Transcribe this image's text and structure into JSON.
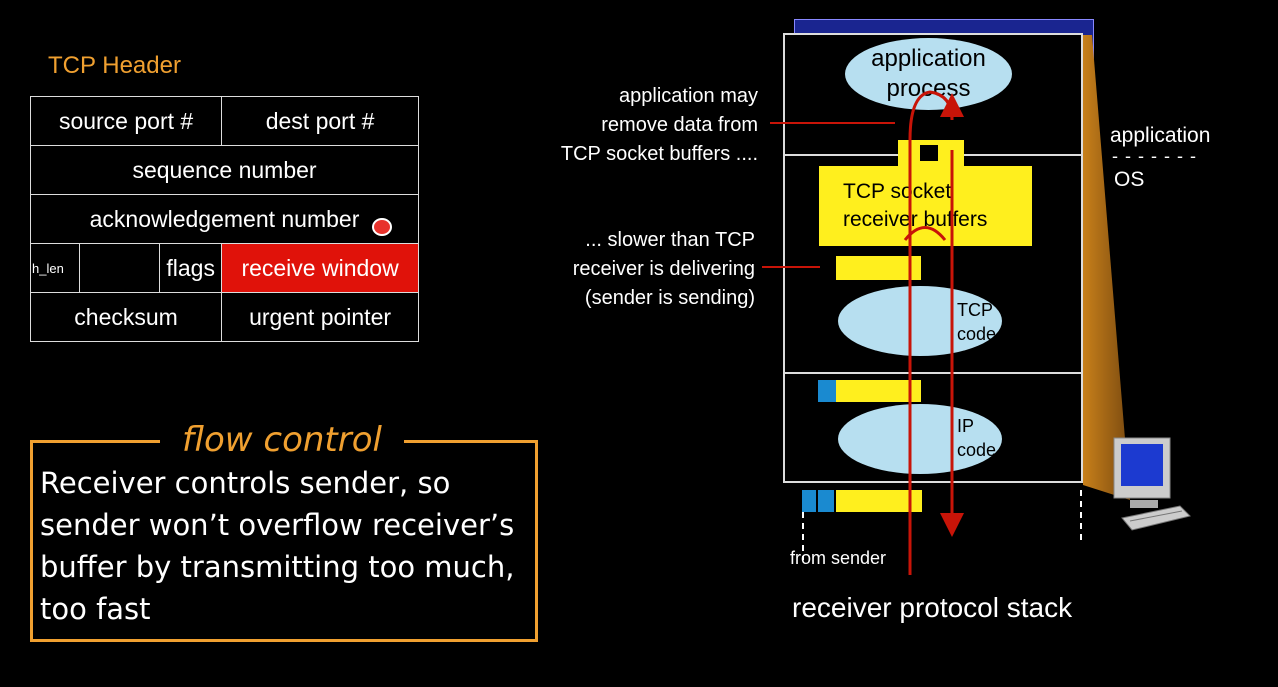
{
  "header": {
    "title": "TCP Header",
    "source_port": "source port #",
    "dest_port": "dest port #",
    "sequence": "sequence number",
    "ack": "acknowledgement number",
    "h_len": "h_len",
    "flags": "flags",
    "receive_window": "receive window",
    "checksum": "checksum",
    "urgent": "urgent pointer"
  },
  "flow_control": {
    "title": "flow control",
    "text": "Receiver controls sender, so sender won’t overflow receiver’s buffer by transmitting too much, too fast"
  },
  "diagram": {
    "app_process_1": "application",
    "app_process_2": "process",
    "socket_buffers_1": "TCP socket",
    "socket_buffers_2": "receiver buffers",
    "tcp_code_1": "TCP",
    "tcp_code_2": "code",
    "ip_code_1": "IP",
    "ip_code_2": "code",
    "note_app_1": "application may",
    "note_app_2": "remove data from",
    "note_app_3": "TCP socket buffers ....",
    "note_slow_1": "... slower than TCP",
    "note_slow_2": "receiver is delivering",
    "note_slow_3": "(sender is sending)",
    "layer_app": "application",
    "layer_dash": "- - - - - - -",
    "layer_os": "OS",
    "from_sender": "from sender",
    "caption": "receiver protocol stack"
  },
  "colors": {
    "accent_orange": "#f0a030",
    "window_red": "#e0120a",
    "buffer_yellow": "#ffef1e",
    "ellipse_blue": "#b7dff0",
    "arrow_red": "#c81408"
  }
}
